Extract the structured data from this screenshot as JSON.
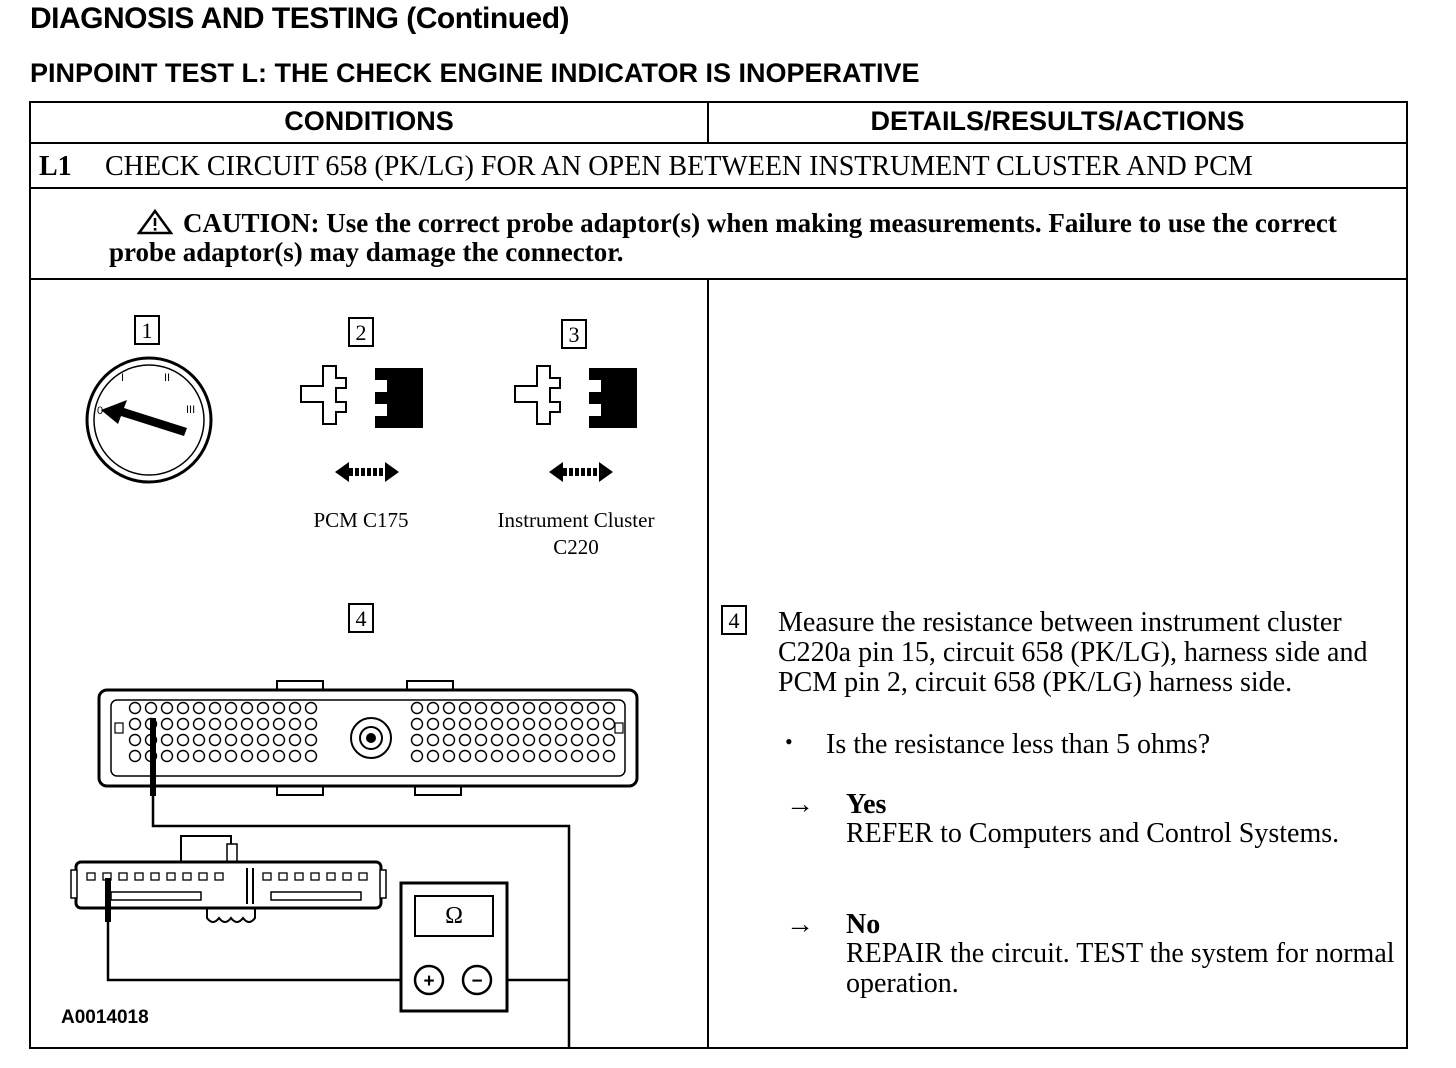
{
  "header": {
    "title": "DIAGNOSIS AND TESTING (Continued)",
    "test_title": "PINPOINT TEST L:  THE CHECK ENGINE INDICATOR IS INOPERATIVE"
  },
  "table": {
    "col_conditions": "CONDITIONS",
    "col_details": "DETAILS/RESULTS/ACTIONS",
    "step_id": "L1",
    "step_title": "CHECK CIRCUIT 658 (PK/LG) FOR AN OPEN BETWEEN INSTRUMENT CLUSTER AND PCM",
    "caution": "CAUTION: Use the correct probe adaptor(s) when making measurements. Failure to use the correct probe adaptor(s) may damage the connector."
  },
  "figure": {
    "step1_num": "1",
    "step2_num": "2",
    "step3_num": "3",
    "step4_num": "4",
    "ignition_positions": [
      "0",
      "I",
      "II",
      "III"
    ],
    "pcm_caption": "PCM C175",
    "cluster_caption_line1": "Instrument Cluster",
    "cluster_caption_line2": "C220",
    "ohm_symbol": "Ω",
    "plus_symbol": "+",
    "minus_symbol": "−",
    "figure_id": "A0014018"
  },
  "details": {
    "step_num": "4",
    "measure": "Measure the resistance between instrument cluster C220a pin 15, circuit 658 (PK/LG), harness side and PCM pin 2, circuit 658 (PK/LG) harness side.",
    "bullet": "•",
    "question": "Is the resistance less than 5 ohms?",
    "arrow": "→",
    "yes_label": "Yes",
    "yes_action": "REFER to  Computers and Control Systems.",
    "no_label": "No",
    "no_action": "REPAIR the circuit. TEST the system for normal operation."
  }
}
